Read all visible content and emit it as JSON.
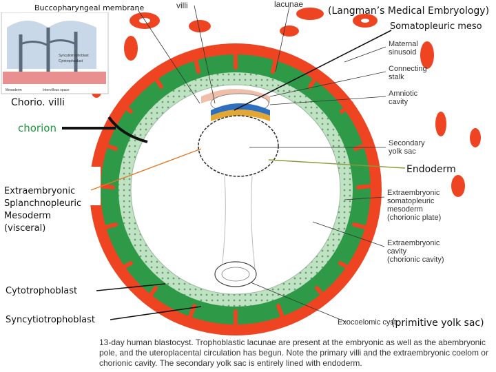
{
  "labels": {
    "top": {
      "buccopharyngeal": "Buccopharyngeal membrane",
      "villi": "villi",
      "lacunae": "lacunae",
      "citation": "(Langman’s Medical Embryology)",
      "somatopleuric_meso": "Somatopleuric meso"
    },
    "inset": {
      "syncytiotrophoblast": "Syncytiotrophoblast",
      "cytotrophoblast": "Cytotrophoblast",
      "mesoderm": "Mesoderm",
      "intervillous": "Intervillous space"
    },
    "left": {
      "chorio_villi": "Chorio. villi",
      "chorion": "chorion",
      "extraembryonic_lines": [
        "Extraembryonic",
        "Splanchnopleuric",
        "Mesoderm",
        "(visceral)"
      ],
      "cytotrophoblast": "Cytotrophoblast",
      "syncytiotrophoblast": "Syncytiotrophoblast"
    },
    "right": {
      "maternal_sinusoid": [
        "Maternal",
        "sinusoid"
      ],
      "connecting_stalk": [
        "Connecting",
        "stalk"
      ],
      "amniotic_cavity": [
        "Amniotic",
        "cavity"
      ],
      "secondary_yolk_sac": [
        "Secondary",
        "yolk sac"
      ],
      "endoderm": "Endoderm",
      "somatopleuric": [
        "Extraembryonic",
        "somatopleuric",
        "mesoderm",
        "(chorionic plate)"
      ],
      "coelom": [
        "Extraembryonic",
        "cavity",
        "(chorionic cavity)"
      ],
      "exocoelomic": "Exocoelomic cyst",
      "primitive_yolk_sac": "(primitive yolk sac)"
    },
    "caption": "13-day human blastocyst. Trophoblastic lacunae are present at the embryonic as well as the abembryonic pole, and the uteroplacental circulation has begun. Note the primary villi and the extraembryonic coelom or chorionic cavity. The secondary yolk sac is entirely lined with endoderm."
  },
  "colors": {
    "syncytio": "#ee4422",
    "cyto": "#2e9a48",
    "meso": "#bfe2c2",
    "cavity": "#ffffff",
    "epiblast": "#2f6fc0",
    "hypoblast": "#e4a733",
    "chorion_label": "#1a9a3a",
    "endoderm_line": "#8a9a3a",
    "orange_line": "#e07a2a"
  },
  "icons": {
    "chorion_arrow": "curved-arrow-icon"
  }
}
